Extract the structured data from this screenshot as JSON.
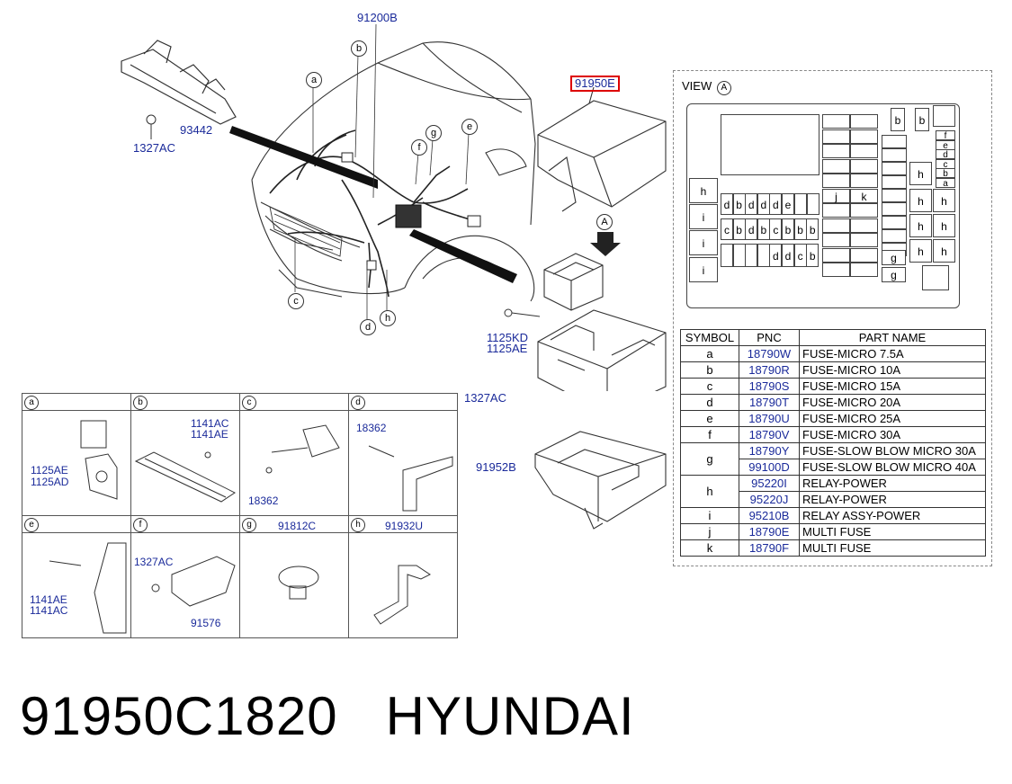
{
  "labels": {
    "harness_main": "91200B",
    "crossmember": "93442",
    "nut_top": "1327AC",
    "junction_block": "91950E",
    "view_arrow": "A",
    "bolt_kd": "1125KD",
    "bolt_ae": "1125AE",
    "nut_mid": "1327AC",
    "bracket": "91952B"
  },
  "callouts": [
    "a",
    "b",
    "c",
    "d",
    "e",
    "f",
    "g",
    "h"
  ],
  "view": {
    "title": "VIEW",
    "marker": "A"
  },
  "legend": {
    "headers": [
      "SYMBOL",
      "PNC",
      "PART NAME"
    ],
    "rows": [
      {
        "sym": "a",
        "pnc": [
          "18790W"
        ],
        "name": [
          "FUSE-MICRO 7.5A"
        ]
      },
      {
        "sym": "b",
        "pnc": [
          "18790R"
        ],
        "name": [
          "FUSE-MICRO 10A"
        ]
      },
      {
        "sym": "c",
        "pnc": [
          "18790S"
        ],
        "name": [
          "FUSE-MICRO 15A"
        ]
      },
      {
        "sym": "d",
        "pnc": [
          "18790T"
        ],
        "name": [
          "FUSE-MICRO 20A"
        ]
      },
      {
        "sym": "e",
        "pnc": [
          "18790U"
        ],
        "name": [
          "FUSE-MICRO 25A"
        ]
      },
      {
        "sym": "f",
        "pnc": [
          "18790V"
        ],
        "name": [
          "FUSE-MICRO 30A"
        ]
      },
      {
        "sym": "g",
        "pnc": [
          "18790Y",
          "99100D"
        ],
        "name": [
          "FUSE-SLOW BLOW MICRO 30A",
          "FUSE-SLOW BLOW MICRO 40A"
        ]
      },
      {
        "sym": "h",
        "pnc": [
          "95220I",
          "95220J"
        ],
        "name": [
          "RELAY-POWER",
          "RELAY-POWER"
        ]
      },
      {
        "sym": "i",
        "pnc": [
          "95210B"
        ],
        "name": [
          "RELAY ASSY-POWER"
        ]
      },
      {
        "sym": "j",
        "pnc": [
          "18790E"
        ],
        "name": [
          "MULTI FUSE"
        ]
      },
      {
        "sym": "k",
        "pnc": [
          "18790F"
        ],
        "name": [
          "MULTI FUSE"
        ]
      }
    ]
  },
  "details": {
    "a": {
      "tag": "a",
      "p1": "1125AE",
      "p2": "1125AD"
    },
    "b": {
      "tag": "b",
      "p1": "1141AC",
      "p2": "1141AE"
    },
    "c": {
      "tag": "c",
      "p1": "18362"
    },
    "d": {
      "tag": "d",
      "p1": "18362"
    },
    "e": {
      "tag": "e",
      "p1": "1141AE",
      "p2": "1141AC"
    },
    "f": {
      "tag": "f",
      "p1": "1327AC",
      "p2": "91576"
    },
    "g": {
      "tag": "g",
      "p1": "91812C"
    },
    "h": {
      "tag": "h",
      "p1": "91932U"
    }
  },
  "footer": {
    "part_number": "91950C1820",
    "brand": "HYUNDAI"
  }
}
